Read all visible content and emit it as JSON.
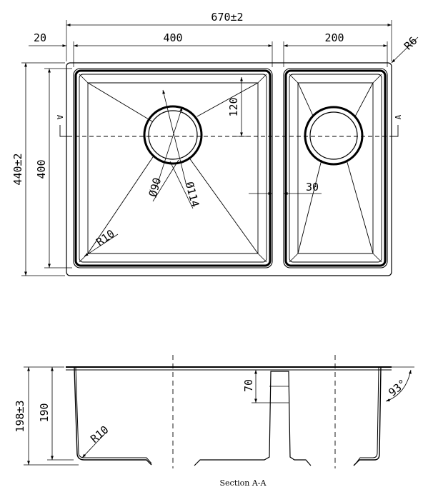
{
  "plan_view": {
    "overall_width": "670±2",
    "flange_width": "20",
    "large_bowl_width": "400",
    "small_bowl_width": "200",
    "corner_radius_outer": "R6",
    "overall_depth": "440±2",
    "bowl_depth": "400",
    "drain_offset": "120",
    "drain_inner_diameter": "Ø90",
    "drain_outer_diameter": "Ø114",
    "divider_width": "30",
    "bowl_corner_radius": "R10",
    "section_marker_left": "A",
    "section_marker_right": "A"
  },
  "section_view": {
    "overall_height": "198±3",
    "bowl_height": "190",
    "divider_height": "70",
    "wall_angle": "93°",
    "bottom_radius": "R10",
    "caption": "Section A-A"
  }
}
